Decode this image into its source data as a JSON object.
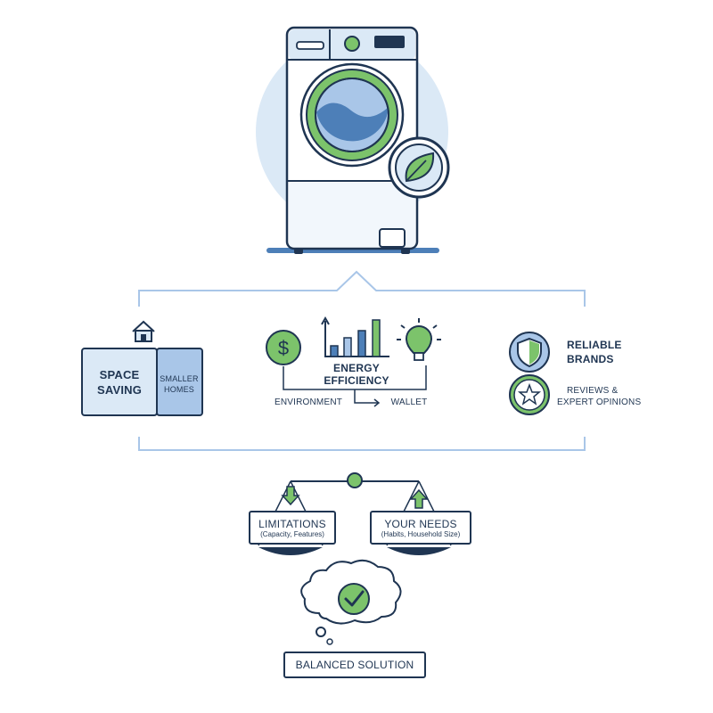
{
  "colors": {
    "navy": "#1f3552",
    "green": "#7cc36b",
    "blue_light": "#dbe9f6",
    "blue_mid": "#a9c6e8",
    "blue_dark": "#4d7fb8",
    "line": "#a9c6e8"
  },
  "icons": [
    "washing-machine",
    "leaf",
    "house",
    "dollar-coin",
    "bar-chart",
    "lightbulb",
    "shield",
    "star",
    "scale",
    "down-arrow",
    "up-arrow",
    "thought-cloud",
    "checkmark"
  ],
  "space": {
    "left": "SPACE SAVING",
    "left_line1": "SPACE",
    "left_line2": "SAVING",
    "right_line1": "SMALLER",
    "right_line2": "HOMES"
  },
  "energy": {
    "title_line1": "ENERGY",
    "title_line2": "EFFICIENCY",
    "left": "ENVIRONMENT",
    "right": "WALLET"
  },
  "brands": {
    "line1": "RELIABLE",
    "line2": "BRANDS",
    "reviews_line1": "REVIEWS &",
    "reviews_line2": "EXPERT OPINIONS"
  },
  "balance": {
    "left_title": "LIMITATIONS",
    "left_sub": "(Capacity, Features)",
    "right_title": "YOUR NEEDS",
    "right_sub": "(Habits, Household Size)"
  },
  "result": "BALANCED SOLUTION"
}
